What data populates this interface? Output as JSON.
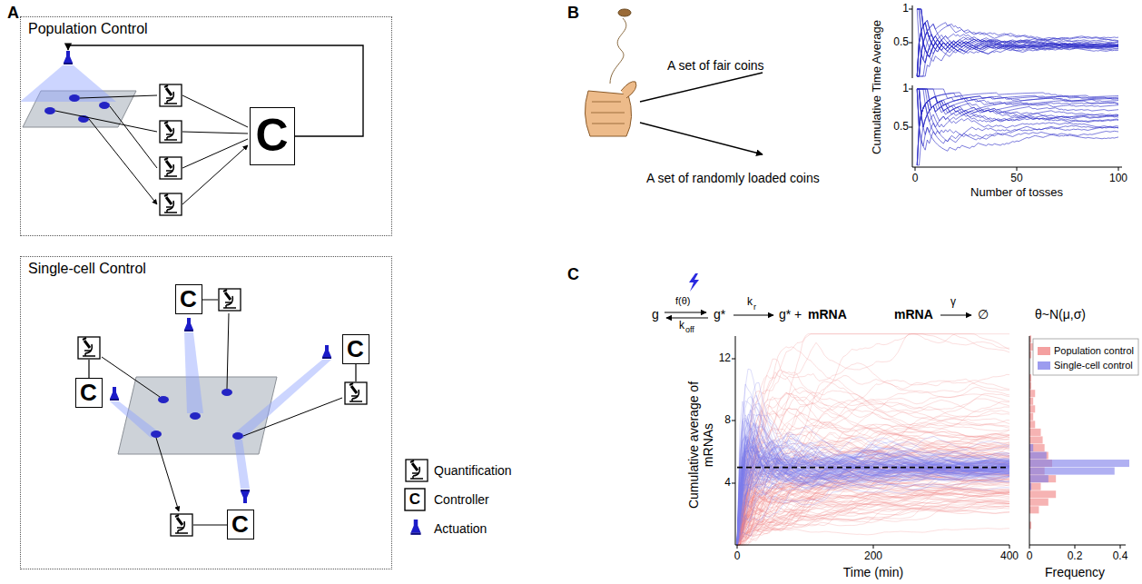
{
  "diagram": {
    "nodes": [
      {
        "text": [
          "Population Control"
        ]
      },
      {
        "text": [
          "C"
        ],
        "in": 0
      },
      {
        "text": [
          "Single-cell Control"
        ]
      },
      {
        "text": [
          "C"
        ],
        "in": 2
      },
      {
        "text": [
          "C"
        ],
        "in": 2
      },
      {
        "text": [
          "C"
        ],
        "in": 2
      },
      {
        "text": [
          "C"
        ],
        "in": 2
      }
    ],
    "labels": [
      "A",
      "B",
      "C",
      "C",
      "A set of fair coins",
      "A set of randomly loaded coins",
      "Cumulative Time Average",
      "1",
      "0.5",
      "1",
      "0.5",
      "0",
      "50",
      "100",
      "Number of tosses",
      "g",
      "f(θ)",
      "k",
      "off",
      "g*",
      "k",
      "r",
      "g* +",
      "mRNA",
      "mRNA",
      "γ",
      "∅",
      "θ~N(μ,σ)",
      "Cumulative average of mRNAs",
      "12",
      "8",
      "4",
      "0",
      "200",
      "400",
      "Time (min)",
      "0",
      "0.2",
      "0.4",
      "Frequency"
    ],
    "legend": [
      {
        "text": "Quantification"
      },
      {
        "text": "Controller"
      },
      {
        "text": "Actuation"
      },
      {
        "text": "Population control",
        "color": "#f08080"
      },
      {
        "text": "Single-cell control",
        "color": "#7b7bea"
      }
    ]
  }
}
